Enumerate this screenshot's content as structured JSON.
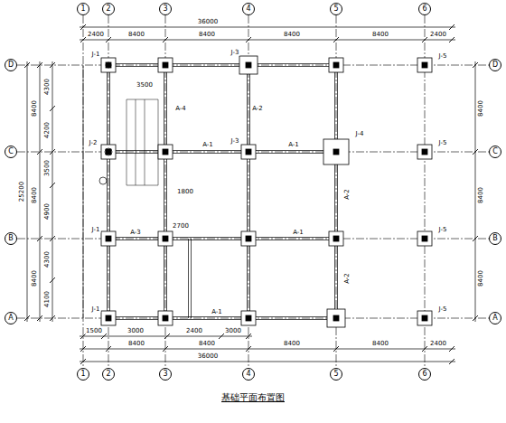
{
  "diagram": {
    "title": "基础平面布置图",
    "nodes": [
      {
        "text": [
          "1"
        ]
      },
      {
        "text": [
          "2"
        ]
      },
      {
        "text": [
          "3"
        ]
      },
      {
        "text": [
          "4"
        ]
      },
      {
        "text": [
          "5"
        ]
      },
      {
        "text": [
          "6"
        ]
      },
      {
        "text": [
          "1"
        ]
      },
      {
        "text": [
          "2"
        ]
      },
      {
        "text": [
          "3"
        ]
      },
      {
        "text": [
          "4"
        ]
      },
      {
        "text": [
          "5"
        ]
      },
      {
        "text": [
          "6"
        ]
      },
      {
        "text": [
          "D"
        ]
      },
      {
        "text": [
          "C"
        ]
      },
      {
        "text": [
          "B"
        ]
      },
      {
        "text": [
          "A"
        ]
      },
      {
        "text": [
          "D"
        ]
      },
      {
        "text": [
          "C"
        ]
      },
      {
        "text": [
          "B"
        ]
      },
      {
        "text": [
          "A"
        ]
      }
    ],
    "edges": [
      {
        "from": 0,
        "to": 6,
        "arrow": "none"
      },
      {
        "from": 1,
        "to": 7,
        "arrow": "none"
      },
      {
        "from": 2,
        "to": 8,
        "arrow": "none"
      },
      {
        "from": 3,
        "to": 9,
        "arrow": "none"
      },
      {
        "from": 4,
        "to": 10,
        "arrow": "none"
      },
      {
        "from": 5,
        "to": 11,
        "arrow": "none"
      },
      {
        "from": 12,
        "to": 16,
        "arrow": "none"
      },
      {
        "from": 13,
        "to": 17,
        "arrow": "none"
      },
      {
        "from": 14,
        "to": 18,
        "arrow": "none"
      },
      {
        "from": 15,
        "to": 19,
        "arrow": "none"
      }
    ],
    "labels": [
      "2400",
      "8400",
      "8400",
      "8400",
      "8400",
      "2400",
      "36000",
      "8400",
      "8400",
      "8400",
      "8400",
      "2400",
      "36000",
      "1500",
      "3000",
      "2400",
      "3000",
      "25200",
      "8400",
      "8400",
      "8400",
      "4300",
      "4200",
      "3500",
      "4900",
      "4300",
      "4100",
      "8400",
      "8400",
      "8400",
      "1800",
      "2700",
      "3500",
      "A-1",
      "A-1",
      "A-1",
      "A-1",
      "A-2",
      "A-2",
      "A-3",
      "A-4",
      "A-2",
      "J-1",
      "J-2",
      "J-1",
      "J-1",
      "J-3",
      "J-3",
      "J-4",
      "J-5",
      "J-5",
      "J-5",
      "J-5"
    ]
  }
}
